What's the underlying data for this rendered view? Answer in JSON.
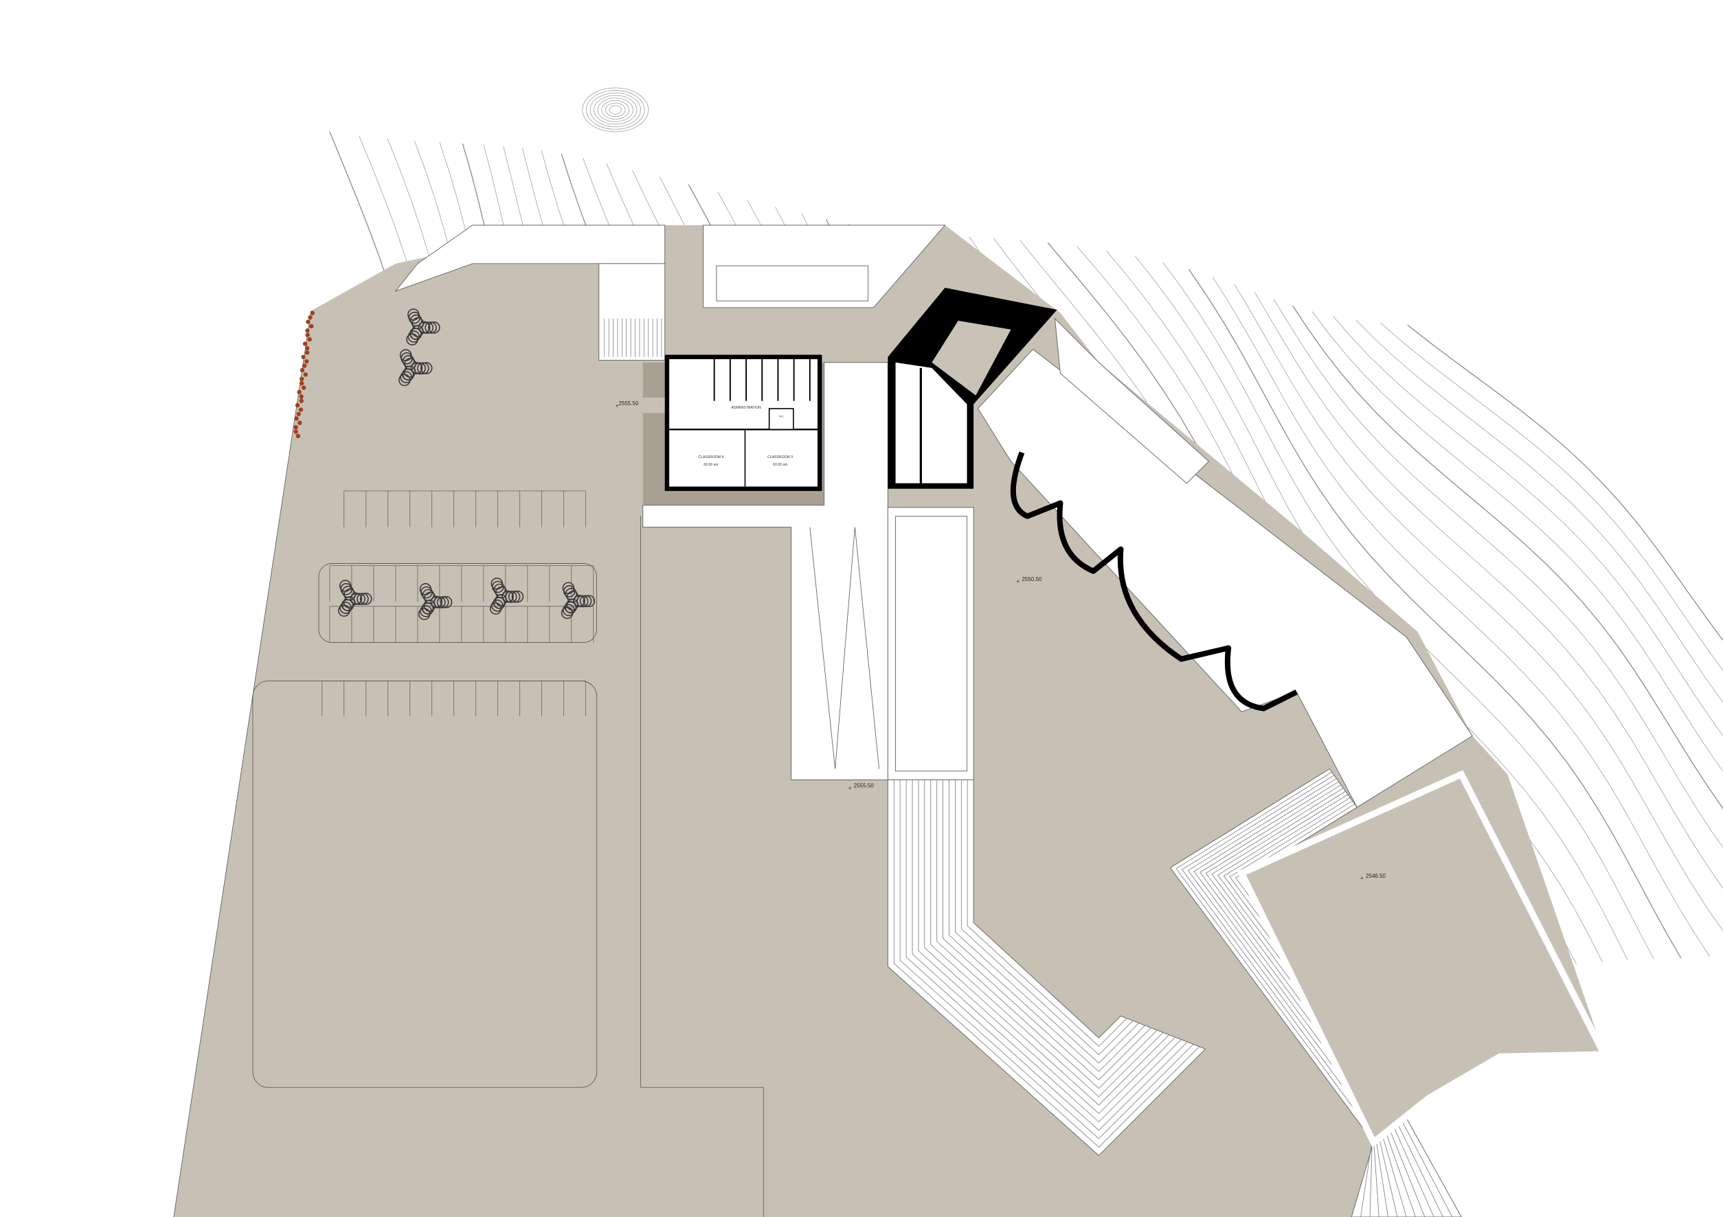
{
  "plan": {
    "elevations": [
      {
        "id": "west-entry",
        "value": "2555.50"
      },
      {
        "id": "courtyard",
        "value": "2550.50"
      },
      {
        "id": "central-path",
        "value": "2555.50"
      },
      {
        "id": "lower-terrace",
        "value": "2546.50"
      }
    ],
    "rooms": {
      "administration": "ADMINISTRATION",
      "wc": "WC",
      "classroom_4": {
        "name": "CLASSROOM 4",
        "area": "60.00 sm"
      },
      "classroom_3": {
        "name": "CLASSROOM 3",
        "area": "60.00 sm"
      }
    }
  },
  "colors": {
    "ground": "#c7c0b4",
    "ground_dark": "#a99f92",
    "wall": "#000000",
    "contour": "#8a8a8a",
    "hedge": "#a0401e",
    "tree": "#3a3a3a"
  }
}
